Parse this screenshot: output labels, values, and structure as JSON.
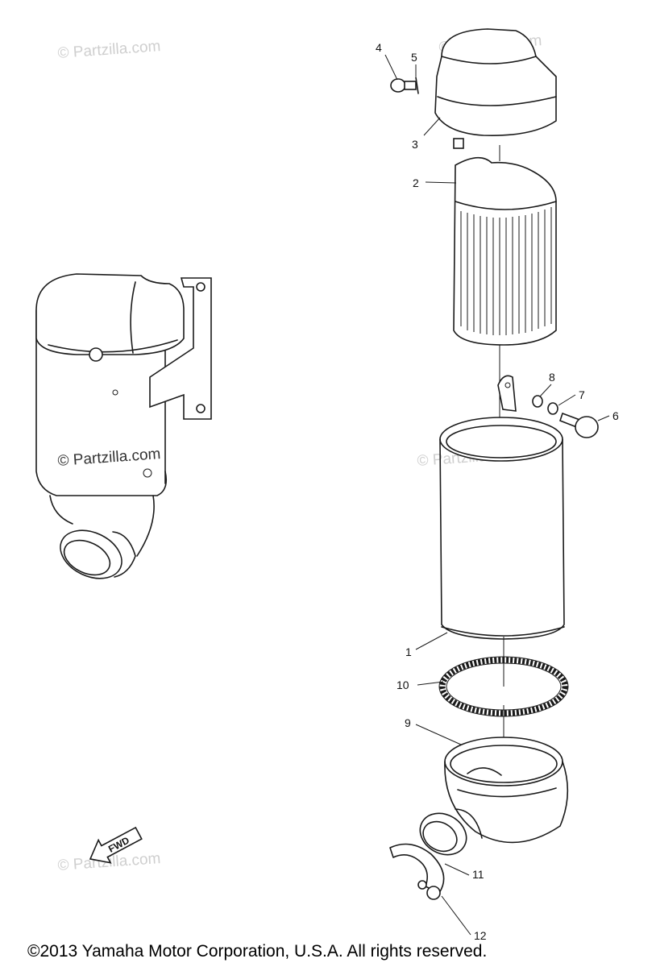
{
  "watermarks": [
    "© Partzilla.com",
    "© Partzilla.com",
    "© Partzilla.com",
    "© Partzilla.com",
    "© Partzilla.com"
  ],
  "callouts": [
    "1",
    "2",
    "3",
    "4",
    "5",
    "6",
    "7",
    "8",
    "9",
    "10",
    "11",
    "12"
  ],
  "direction_marker": "FWD",
  "copyright": "©2013  Yamaha Motor Corporation, U.S.A. All rights reserved.",
  "colors": {
    "line": "#1a1a1a",
    "watermark": "#c8c8c8",
    "watermark_main": "#444444"
  }
}
